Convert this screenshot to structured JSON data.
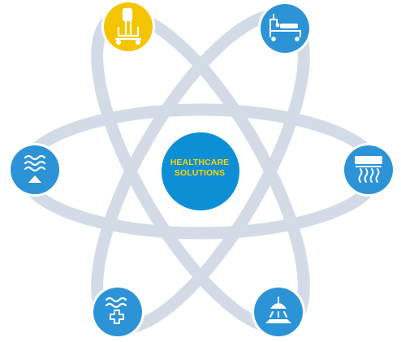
{
  "center": {
    "line1": "HEALTHCARE",
    "line2": "SOLUTIONS",
    "color": "#0d8fd6",
    "text_color": "#ffd200"
  },
  "orbit_color": "#d3dce6",
  "nodes": [
    {
      "name": "patient-lift-node",
      "icon": "patient-lift-icon",
      "color": "#f5c400"
    },
    {
      "name": "hospital-bed-node",
      "icon": "hospital-bed-icon",
      "color": "#2b93d6"
    },
    {
      "name": "air-conditioner-node",
      "icon": "air-conditioner-icon",
      "color": "#2b93d6"
    },
    {
      "name": "surgical-light-node",
      "icon": "surgical-light-icon",
      "color": "#2b93d6"
    },
    {
      "name": "medical-air-node",
      "icon": "medical-air-icon",
      "color": "#2b93d6"
    },
    {
      "name": "ventilation-node",
      "icon": "ventilation-icon",
      "color": "#2b93d6"
    }
  ]
}
